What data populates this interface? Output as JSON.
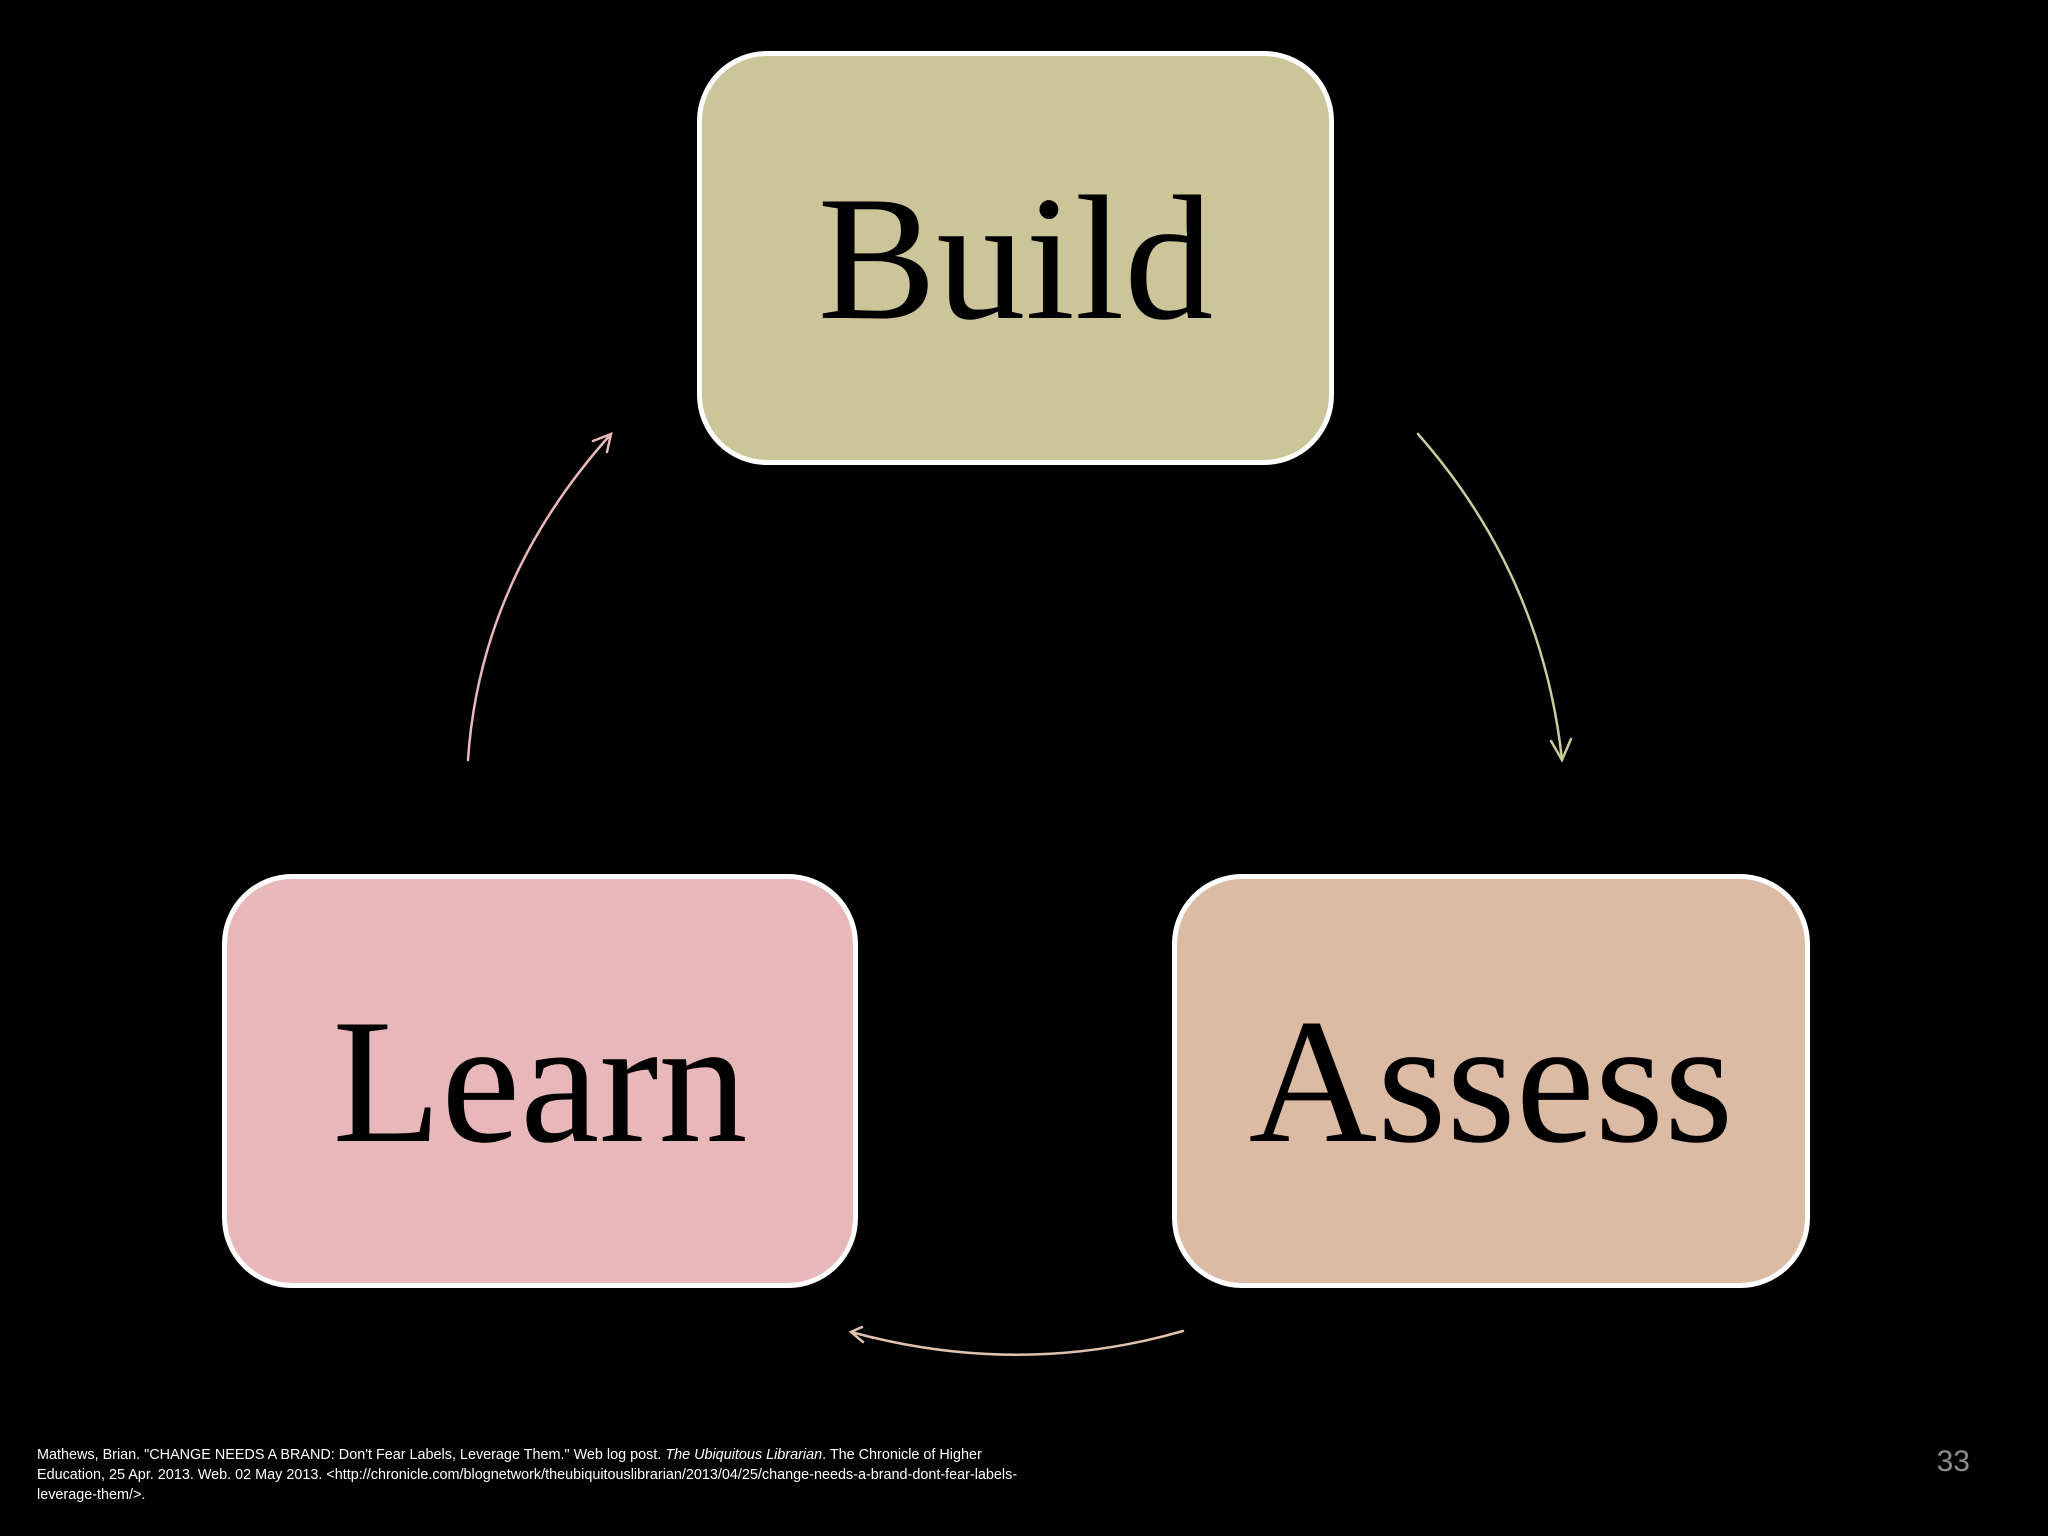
{
  "diagram": {
    "nodes": {
      "build": {
        "label": "Build",
        "fill": "#ccc59a"
      },
      "learn": {
        "label": "Learn",
        "fill": "#e8b7b9"
      },
      "assess": {
        "label": "Assess",
        "fill": "#dcbba5"
      }
    },
    "arrow_colors": {
      "build_to_assess": "#c9cc9d",
      "assess_to_learn": "#e2c2ae",
      "learn_to_build": "#e9b8b8"
    },
    "node_border_color": "#ffffff"
  },
  "citation": {
    "part1": "Mathews, Brian. \"CHANGE NEEDS A BRAND: Don't Fear Labels, Leverage Them.\" Web log post. ",
    "italic": "The Ubiquitous Librarian",
    "part2": ". The Chronicle of Higher Education, 25 Apr. 2013. Web. 02 May 2013. <http://chronicle.com/blognetwork/theubiquitouslibrarian/2013/04/25/change-needs-a-brand-dont-fear-labels-leverage-them/>."
  },
  "page_number": "33"
}
